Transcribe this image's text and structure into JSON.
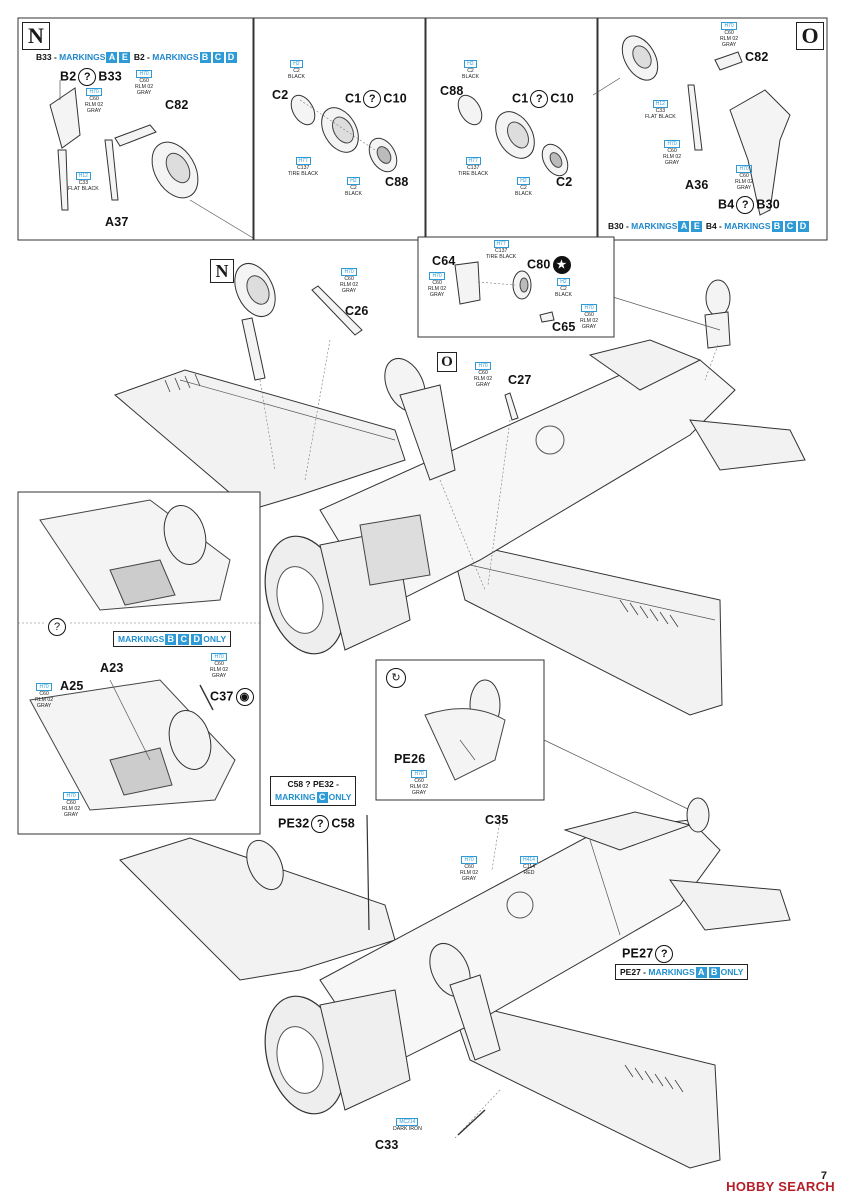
{
  "page": {
    "number": "7"
  },
  "watermark": {
    "text": "HOBBY SEARCH"
  },
  "corner_labels": {
    "n": "N",
    "o": "O",
    "n_main": "N",
    "o_main": "O"
  },
  "panel_a": {
    "bar_prefix": "B33 - ",
    "bar_text1": "MARKINGS",
    "bar_l1": "A",
    "bar_l2": "E",
    "bar_mid": "B2 - ",
    "bar_text2": "MARKINGS",
    "bar_l3": "B",
    "bar_l4": "C",
    "bar_l5": "D",
    "p1": "B2",
    "p1b": "B33",
    "p2": "C82",
    "p3": "A37",
    "paint1": {
      "code": "H70",
      "num": "C60",
      "name": "RLM 02",
      "name2": "GRAY"
    },
    "paint2": {
      "code": "H12",
      "num": "C33",
      "name": "FLAT BLACK"
    },
    "paint3": {
      "code": "H70",
      "num": "C60",
      "name": "RLM 02",
      "name2": "GRAY"
    }
  },
  "panel_b": {
    "p1": "C2",
    "p2": "C1",
    "p3": "C10",
    "p4": "C88",
    "paint1": {
      "code": "H2",
      "num": "C2",
      "name": "BLACK"
    },
    "paint2": {
      "code": "H77",
      "num": "C137",
      "name": "TIRE BLACK"
    },
    "paint3": {
      "code": "H2",
      "num": "C2",
      "name": "BLACK"
    }
  },
  "panel_c": {
    "p1": "C88",
    "p2": "C1",
    "p3": "C10",
    "p4": "C2",
    "paint1": {
      "code": "H2",
      "num": "C2",
      "name": "BLACK"
    },
    "paint2": {
      "code": "H77",
      "num": "C137",
      "name": "TIRE BLACK"
    },
    "paint3": {
      "code": "H2",
      "num": "C2",
      "name": "BLACK"
    }
  },
  "panel_d": {
    "p1": "C82",
    "p2": "A36",
    "p3": "B4",
    "p4": "B30",
    "bar_prefix": "B30 - ",
    "bar_text1": "MARKINGS",
    "bar_l1": "A",
    "bar_l2": "E",
    "bar_mid": "B4 - ",
    "bar_text2": "MARKINGS",
    "bar_l3": "B",
    "bar_l4": "C",
    "bar_l5": "D",
    "paint1": {
      "code": "H70",
      "num": "C60",
      "name": "RLM 02",
      "name2": "GRAY"
    },
    "paint2": {
      "code": "H12",
      "num": "C33",
      "name": "FLAT BLACK"
    },
    "paint3": {
      "code": "H70",
      "num": "C60",
      "name": "RLM 02",
      "name2": "GRAY"
    },
    "paint4": {
      "code": "H70",
      "num": "C60",
      "name": "RLM 02",
      "name2": "GRAY"
    }
  },
  "step_upper": {
    "c26": "C26",
    "c27": "C27",
    "paint_c26": {
      "code": "H70",
      "num": "C60",
      "name": "RLM 02",
      "name2": "GRAY"
    },
    "paint_c27": {
      "code": "H70",
      "num": "C60",
      "name": "RLM 02",
      "name2": "GRAY"
    },
    "tail": {
      "c64": "C64",
      "c80": "C80",
      "c65": "C65",
      "paint1": {
        "code": "H77",
        "num": "C137",
        "name": "TIRE BLACK"
      },
      "paint2": {
        "code": "H70",
        "num": "C60",
        "name": "RLM 02",
        "name2": "GRAY"
      },
      "paint3": {
        "code": "H2",
        "num": "C2",
        "name": "BLACK"
      },
      "paint4": {
        "code": "H70",
        "num": "C60",
        "name": "RLM 02",
        "name2": "GRAY"
      }
    }
  },
  "detail_left": {
    "bar_text": "MARKINGS",
    "l1": "B",
    "l2": "C",
    "l3": "D",
    "suffix": "ONLY",
    "a23": "A23",
    "a25": "A25",
    "c37": "C37",
    "paint1": {
      "code": "H70",
      "num": "C60",
      "name": "RLM 02",
      "name2": "GRAY"
    },
    "paint2": {
      "code": "H70",
      "num": "C60",
      "name": "RLM 02",
      "name2": "GRAY"
    },
    "paint3": {
      "code": "H70",
      "num": "C60",
      "name": "RLM 02",
      "name2": "GRAY"
    }
  },
  "detail_right": {
    "pe26": "PE26",
    "paint1": {
      "code": "H70",
      "num": "C60",
      "name": "RLM 02",
      "name2": "GRAY"
    }
  },
  "step_lower": {
    "note_line1": "C58 ? PE32 -",
    "note_text": "MARKING",
    "note_l": "C",
    "note_suffix": "ONLY",
    "pe32": "PE32",
    "c58": "C58",
    "c35": "C35",
    "pe27": "PE27",
    "pe27_bar_prefix": "PE27 - ",
    "pe27_text": "MARKINGS",
    "pe27_l1": "A",
    "pe27_l2": "B",
    "pe27_suffix": "ONLY",
    "c33": "C33",
    "paint1": {
      "code": "H70",
      "num": "C60",
      "name": "RLM 02",
      "name2": "GRAY"
    },
    "paint2": {
      "code": "H414",
      "num": "C114",
      "name": "RED"
    },
    "paint3": {
      "code": "MC214",
      "name": "DARK IRON"
    }
  }
}
